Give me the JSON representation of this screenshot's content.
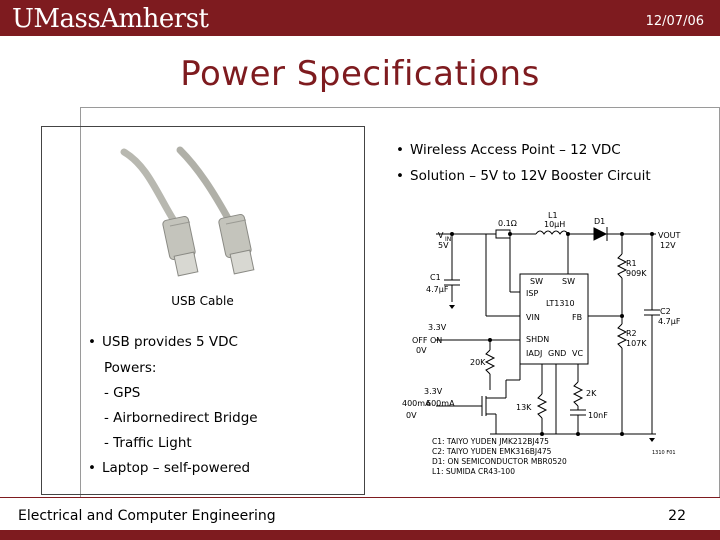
{
  "header": {
    "logo_text": "UMassAmherst",
    "date": "12/07/06"
  },
  "slide": {
    "title": "Power Specifications",
    "image_caption": "USB Cable",
    "left_bullets": {
      "usb": "USB provides 5 VDC",
      "powers_label": "Powers:",
      "items": [
        "- GPS",
        "- Airbornedirect Bridge",
        "- Traffic Light"
      ],
      "laptop": "Laptop – self-powered"
    },
    "right_bullets": [
      "Wireless Access Point – 12 VDC",
      "Solution – 5V to 12V Booster Circuit"
    ],
    "circuit": {
      "vin": "V",
      "vin_sub": "IN",
      "vin_val": "5V",
      "r_sense": "0.1Ω",
      "l1": "L1",
      "l1_val": "10μH",
      "d1": "D1",
      "vout": "VOUT",
      "vout_val": "12V",
      "c1": "C1",
      "c1_val": "4.7μF",
      "ic_name": "LT1310",
      "pin_sw": "SW",
      "pin_isp": "ISP",
      "pin_vin": "VIN",
      "pin_fb": "FB",
      "pin_shdn": "SHDN",
      "pin_iadj": "IADJ",
      "pin_gnd": "GND",
      "pin_vc": "VC",
      "r1": "R1",
      "r1_val": "909K",
      "r2": "R2",
      "r2_val": "107K",
      "c2": "C2",
      "c2_val": "4.7μF",
      "ctl_hi": "3.3V",
      "ctl_off": "OFF",
      "ctl_on": "ON",
      "ctl_lo": "0V",
      "r_20k": "20K",
      "r_13k": "13K",
      "r_2k": "2K",
      "c_10nf": "10nF",
      "i_hi": "3.3V",
      "i_val": "600mA",
      "i_lo": "0V",
      "i_lo_val": "400mA",
      "fig_id": "1310 F01",
      "notes": [
        "C1: TAIYO YUDEN JMK212BJ475",
        "C2: TAIYO YUDEN EMK316BJ475",
        "D1: ON SEMICONDUCTOR MBR0520",
        "L1: SUMIDA CR43-100"
      ]
    }
  },
  "footer": {
    "department": "Electrical and Computer Engineering",
    "page": "22"
  },
  "colors": {
    "brand": "#7e1b1f",
    "title": "#7e1b1f"
  }
}
